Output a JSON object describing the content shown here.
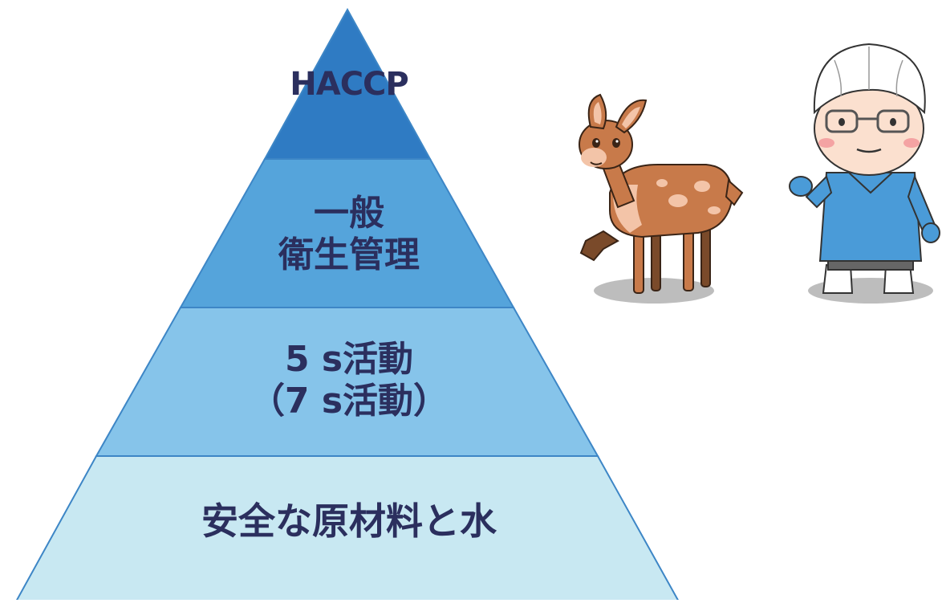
{
  "pyramid": {
    "levels": [
      {
        "lines": [
          "HACCP"
        ],
        "color": "#2f7bc3"
      },
      {
        "lines": [
          "一般",
          "衛生管理"
        ],
        "color": "#55a4db"
      },
      {
        "lines": [
          "5 s活動",
          "（7 s活動）"
        ],
        "color": "#86c4ea"
      },
      {
        "lines": [
          "安全な原材料と水"
        ],
        "color": "#c8e8f2"
      }
    ],
    "outline_color": "#3d86c6",
    "text_color": "#2b2f5e"
  },
  "characters": {
    "deer": {
      "icon": "deer-mascot-icon"
    },
    "worker": {
      "icon": "food-worker-icon"
    }
  }
}
